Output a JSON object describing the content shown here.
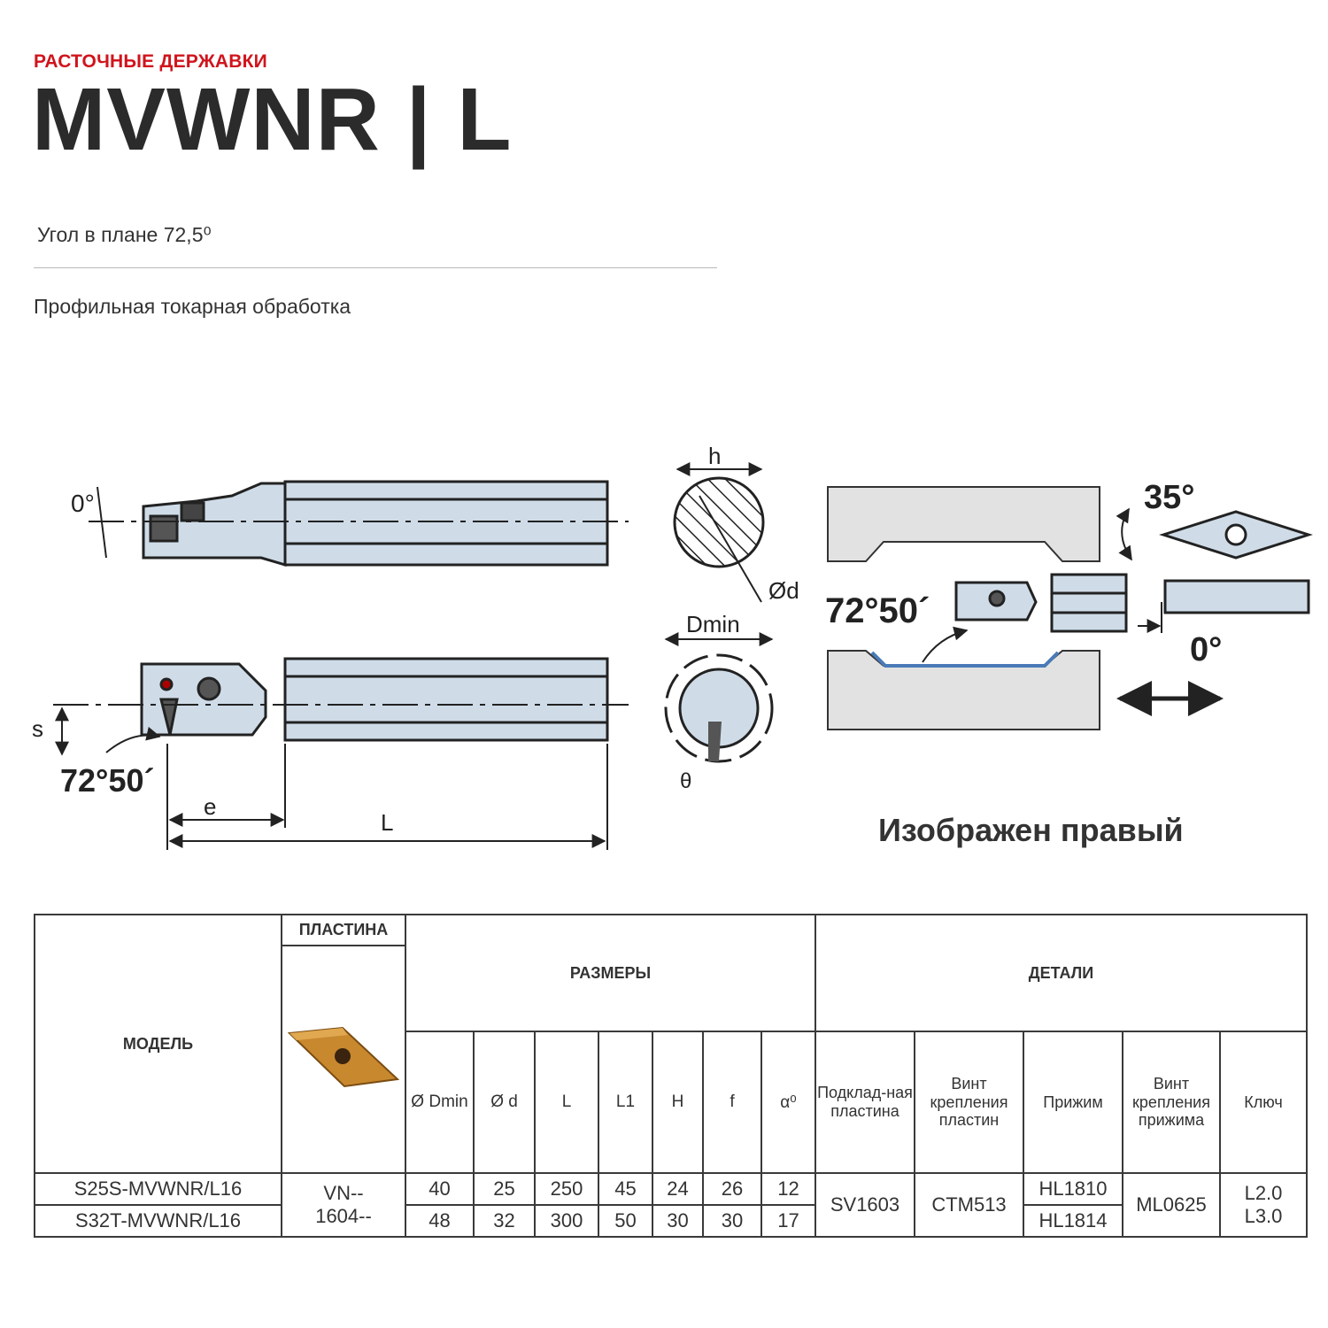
{
  "header": {
    "category": "РАСТОЧНЫЕ ДЕРЖАВКИ",
    "title": "MVWNR | L",
    "angle_text": "Угол в плане 72,5⁰",
    "subtitle": "Профильная  токарная обработка"
  },
  "drawing": {
    "top_angle": "0°",
    "s_label": "s",
    "angle_main": "72°50´",
    "e_label": "e",
    "L_label": "L",
    "h_label": "h",
    "d_label": "Ød",
    "dmin_label": "Dmin",
    "theta_label": "θ",
    "insert_angle": "35°",
    "insert_angle_2": "72°50´",
    "rake_angle": "0°",
    "caption": "Изображен правый"
  },
  "table": {
    "headers": {
      "model": "МОДЕЛЬ",
      "insert": "ПЛАСТИНА",
      "dimensions": "РАЗМЕРЫ",
      "details": "ДЕТАЛИ"
    },
    "dimension_columns": [
      "Ø Dmin",
      "Ø d",
      "L",
      "L1",
      "H",
      "f",
      "α⁰"
    ],
    "detail_columns": [
      "Подклад-ная пластина",
      "Винт крепления пластин",
      "Прижим",
      "Винт крепления прижима",
      "Ключ"
    ],
    "insert_code_line1": "VN--",
    "insert_code_line2": "1604--",
    "rows": [
      {
        "model": "S25S-MVWNR/L16",
        "values": [
          "40",
          "25",
          "250",
          "45",
          "24",
          "26",
          "12"
        ],
        "clamp": "HL1810",
        "key": "L2.0"
      },
      {
        "model": "S32T-MVWNR/L16",
        "values": [
          "48",
          "32",
          "300",
          "50",
          "30",
          "30",
          "17"
        ],
        "clamp": "HL1814",
        "key": "L3.0"
      }
    ],
    "shim": "SV1603",
    "insert_screw": "CTM513",
    "clamp_screw": "ML0625"
  },
  "colors": {
    "accent": "#d0141c",
    "title": "#2b2b2b",
    "tool_fill": "#cfdce8",
    "workpiece": "#e2e2e2",
    "insert_gold": "#c8882e"
  }
}
